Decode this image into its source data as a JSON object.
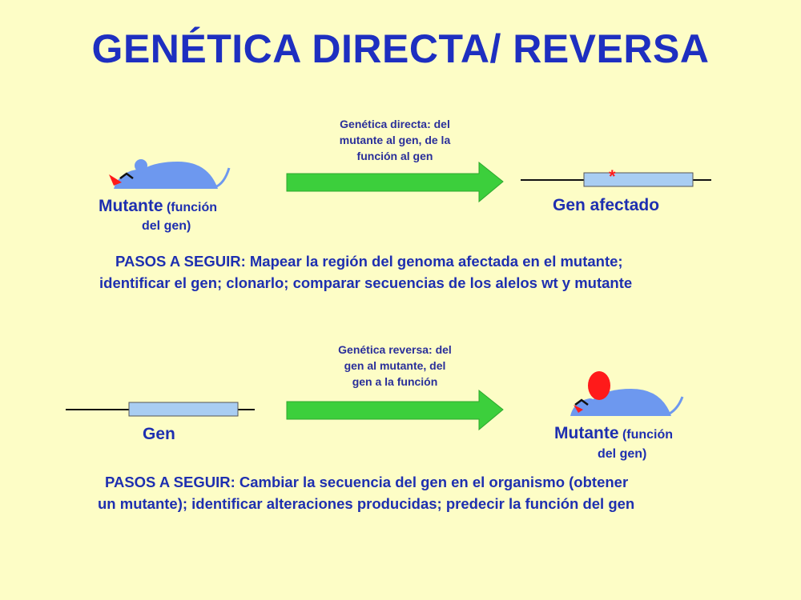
{
  "title": "GENÉTICA DIRECTA/ REVERSA",
  "directa": {
    "arrow_label": [
      "Genética directa: del",
      "mutante al gen, de la",
      "función al gen"
    ],
    "left_label_main": "Mutante",
    "left_label_sub1": "(función",
    "left_label_sub2": "del gen)",
    "right_label": "Gen afectado",
    "mutation_marker": "*",
    "steps_line1": "PASOS A SEGUIR: Mapear la región del genoma afectada en el mutante;",
    "steps_line2": "identificar el gen; clonarlo; comparar secuencias de los alelos wt y mutante"
  },
  "reversa": {
    "arrow_label": [
      "Genética reversa: del",
      "gen al mutante, del",
      "gen a la función"
    ],
    "left_label": "Gen",
    "right_label_main": "Mutante",
    "right_label_sub1": "(función",
    "right_label_sub2": "del gen)",
    "steps_line1": "PASOS A SEGUIR: Cambiar la secuencia del gen en el organismo (obtener",
    "steps_line2": "un mutante); identificar alteraciones producidas; predecir la función del gen"
  },
  "colors": {
    "title": "#1e2fc0",
    "arrow": "#3ccf3c",
    "gene_box": "#a9cdf2",
    "mouse": "#6d98ef",
    "mutation": "#ff1a1a",
    "background": "#fdfdc6"
  }
}
